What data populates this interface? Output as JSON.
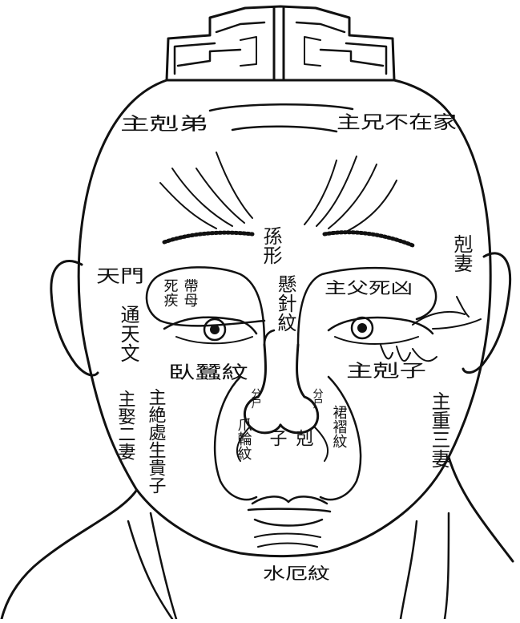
{
  "colors": {
    "ink": "#111111",
    "paper": "#ffffff"
  },
  "labels": {
    "forehead_left": "主剋弟",
    "forehead_right": "主兄不在家",
    "mid_brow": "孫形",
    "temple_right": "剋妻",
    "temple_left_a": "天門",
    "temple_left_b": "通天文",
    "eye_left_top": "帶母",
    "eye_left_bottom": "死疾",
    "eye_right_top": "主父死凶",
    "nose_bridge": "懸針紋",
    "under_eye_left": "臥蠶紋",
    "under_eye_right": "主剋子",
    "nostril_left": "分尸",
    "nostril_right": "分尸",
    "cheek_left_a": "主娶二妻",
    "cheek_left_b": "主絶處生貴子",
    "cheek_right": "主重三妻",
    "mouth_left": "爪輪紋",
    "mouth_center_left": "子",
    "mouth_center_right": "剋",
    "mouth_right": "裙褶紋",
    "chin": "水厄紋"
  }
}
